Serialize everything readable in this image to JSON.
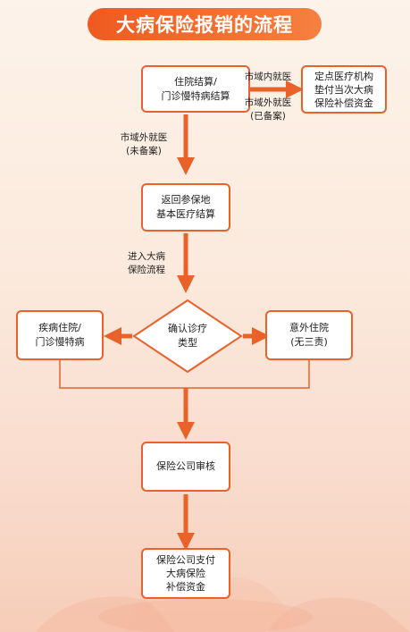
{
  "title": "大病保险报销的流程",
  "colors": {
    "accent": "#e8622a",
    "title_gradient_start": "#ee5a1f",
    "title_gradient_end": "#f6803f"
  },
  "nodes": {
    "settlement": "住院结算/\n门诊慢特病结算",
    "designated_institution": "定点医疗机构\n垫付当次大病\n保险补偿资金",
    "return_settlement": "返回参保地\n基本医疗结算",
    "confirm_type": "确认诊疗\n类型",
    "disease_hospital": "疾病住院/\n门诊慢特病",
    "accident_hospital": "意外住院\n(无三责)",
    "insurer_review": "保险公司审核",
    "insurer_payment": "保险公司支付\n大病保险\n补偿资金"
  },
  "edge_labels": {
    "in_city": "市域内就医",
    "out_city_filed": "市域外就医\n(已备案)",
    "out_city_unfiled": "市域外就医\n(未备案)",
    "enter_process": "进入大病\n保险流程"
  }
}
